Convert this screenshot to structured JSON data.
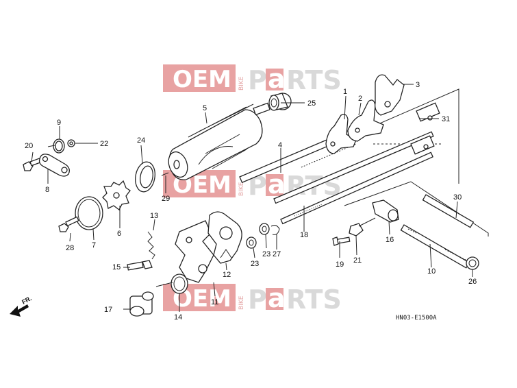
{
  "diagram": {
    "drawing_code": "HN03-E1500A",
    "direction_label": "FR.",
    "watermark": {
      "oem": "OEM",
      "bike": "BIKE",
      "p": "P",
      "a": "a",
      "rts": "RTS"
    },
    "callouts": {
      "c1": "1",
      "c2": "2",
      "c3": "3",
      "c4": "4",
      "c5": "5",
      "c6": "6",
      "c7": "7",
      "c8": "8",
      "c9": "9",
      "c10": "10",
      "c11": "11",
      "c12": "12",
      "c13": "13",
      "c14": "14",
      "c15": "15",
      "c16": "16",
      "c17": "17",
      "c18": "18",
      "c19": "19",
      "c20": "20",
      "c21": "21",
      "c22": "22",
      "c23a": "23",
      "c23b": "23",
      "c24": "24",
      "c25": "25",
      "c26": "26",
      "c27": "27",
      "c28": "28",
      "c29": "29",
      "c30": "30",
      "c31": "31"
    }
  }
}
